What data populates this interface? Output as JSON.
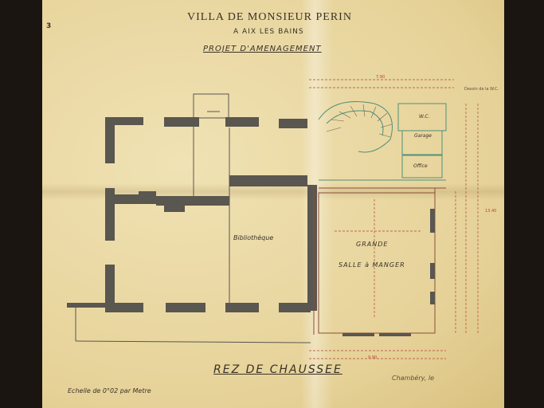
{
  "page_number": "3",
  "title": "VILLA DE MONSIEUR PERIN",
  "subtitle": "A AIX LES BAINS",
  "project": "PROJET D'AMENAGEMENT",
  "floor_title": "REZ DE CHAUSSEE",
  "scale": "Echelle de 0°02 par Metre",
  "signature": "Chambéry, le",
  "rooms": {
    "bibliotheque": "Bibliothèque",
    "grande": "GRANDE",
    "salle_a_manger": "SALLE à MANGER",
    "garage": "Garage",
    "wc": "W.C.",
    "office": "Office"
  },
  "dimensions": {
    "top": "7.90",
    "bottom": "9.90",
    "right": "13.40"
  },
  "callout": "Dessin de la W.C.",
  "colors": {
    "paper": "#ead9a4",
    "wall": "#5a5650",
    "ink": "#3a3128",
    "dimension": "#b8403a",
    "new_work": "#4f8f7a"
  }
}
